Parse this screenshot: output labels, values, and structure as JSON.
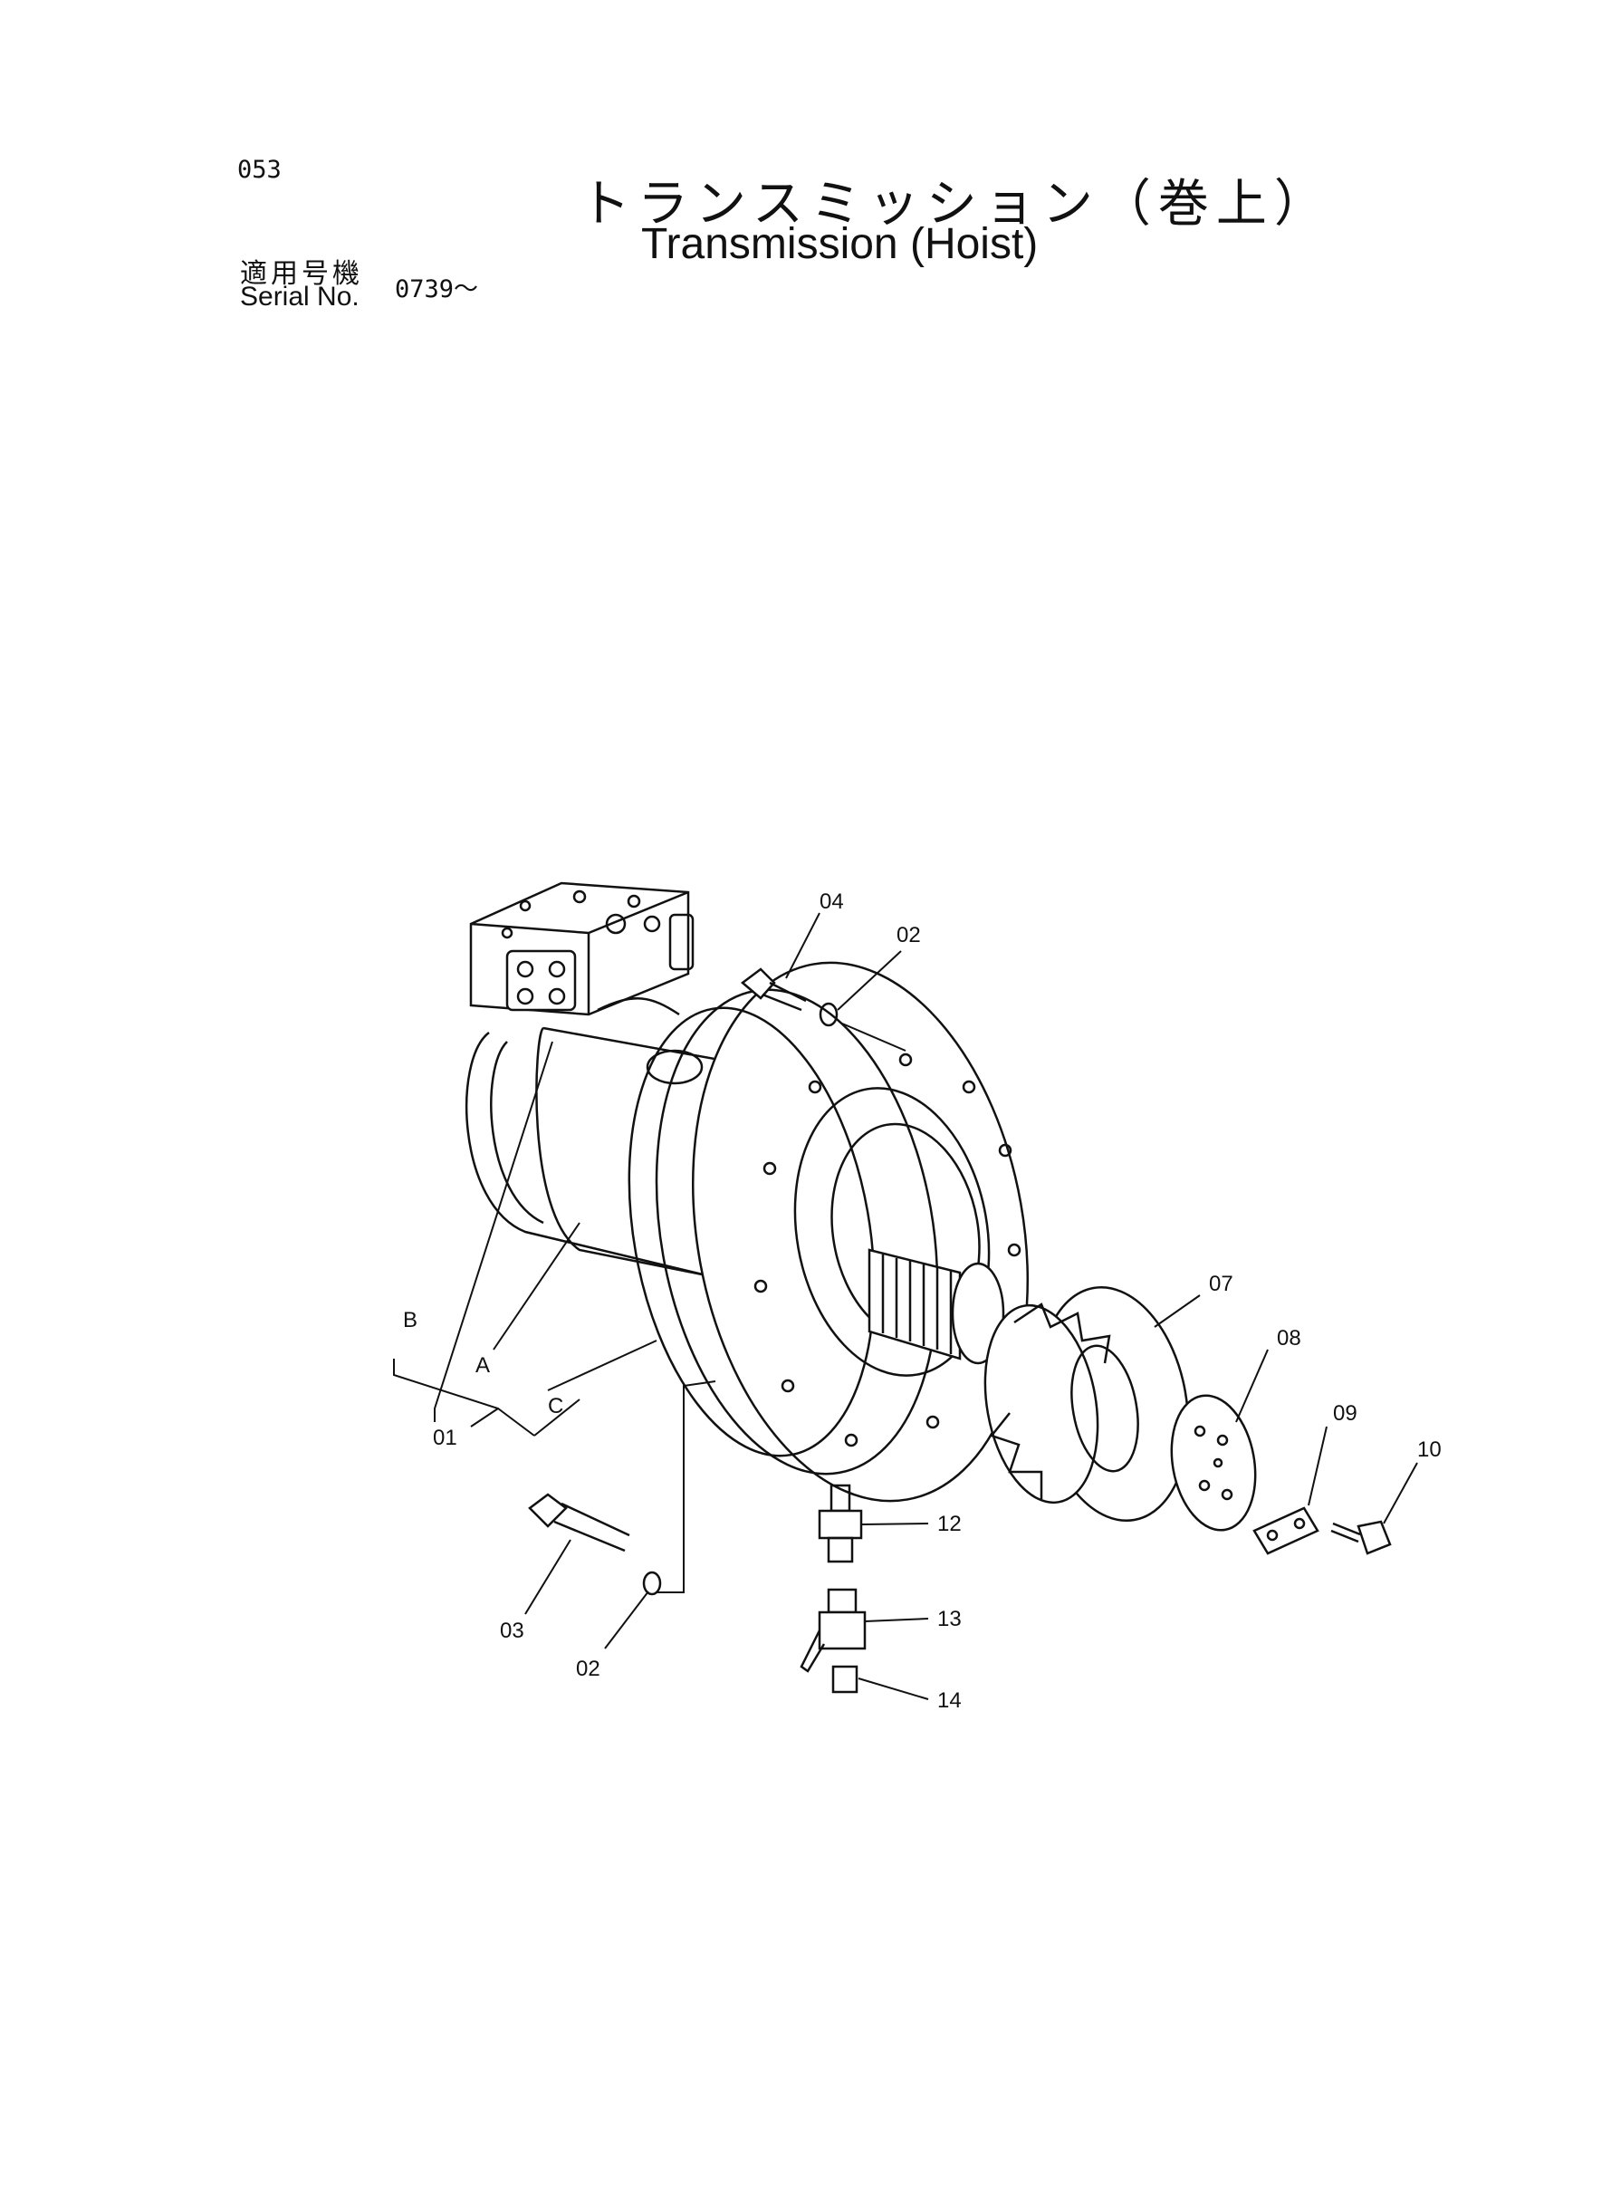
{
  "header": {
    "page_number": "053",
    "title_jp": "トランスミッション（巻上）",
    "title_en": "Transmission (Hoist)",
    "serial_label_jp": "適用号機",
    "serial_label_en": "Serial No.",
    "serial_value": "0739～"
  },
  "callouts": {
    "c01": "01",
    "c02a": "02",
    "c02b": "02",
    "c03": "03",
    "c04": "04",
    "c07": "07",
    "c08": "08",
    "c09": "09",
    "c10": "10",
    "c12": "12",
    "c13": "13",
    "c14": "14",
    "ca": "A",
    "cb": "B",
    "cc": "C"
  }
}
